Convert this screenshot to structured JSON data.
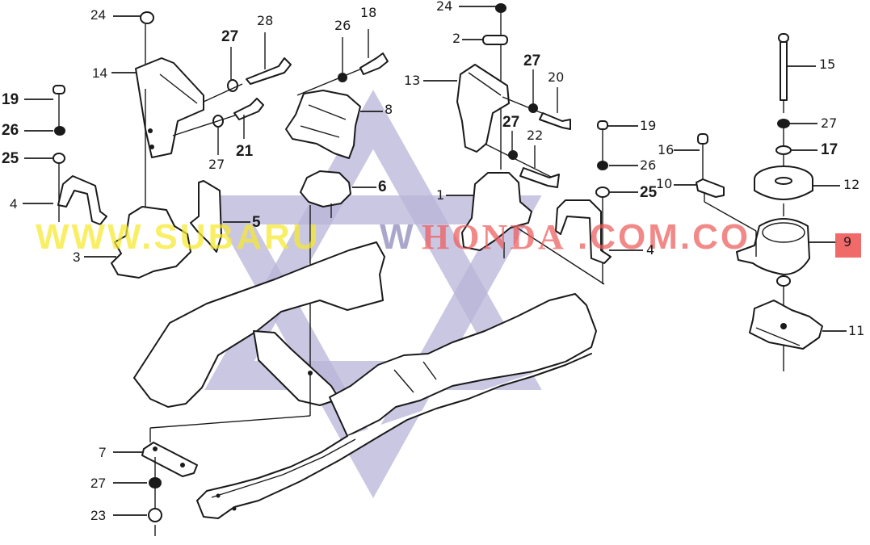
{
  "diagram": {
    "type": "exploded parts diagram",
    "subject": "Engine mount / crossmember assembly",
    "highlighted_part": "9",
    "highlight_color": "#f05a5a"
  },
  "watermark": {
    "text_part1": "WWW.SUBARU",
    "text_part2": "W",
    "text_part3": "HONDA",
    "text_part4": ".COM.CO",
    "color_yellow": "#f7ea2c",
    "color_purple": "#8c86b9",
    "color_red": "#ee5c5c",
    "star_color": "#b8b4d8"
  },
  "labels": {
    "l24a": "24",
    "l14": "14",
    "l27a": "27",
    "l28": "28",
    "l27b": "27",
    "l21": "21",
    "l19a": "19",
    "l26a": "26",
    "l25a": "25",
    "l4a": "4",
    "l3": "3",
    "l5": "5",
    "l26b": "26",
    "l18": "18",
    "l8": "8",
    "l6": "6",
    "l24b": "24",
    "l2": "2",
    "l13": "13",
    "l27c": "27",
    "l20": "20",
    "l27d": "27",
    "l22": "22",
    "l1": "1",
    "l19b": "19",
    "l26c": "26",
    "l25b": "25",
    "l4b": "4",
    "l15": "15",
    "l27e": "27",
    "l17": "17",
    "l16": "16",
    "l10": "10",
    "l12": "12",
    "l9": "9",
    "l11": "11",
    "l7": "7",
    "l27f": "27",
    "l23": "23"
  }
}
